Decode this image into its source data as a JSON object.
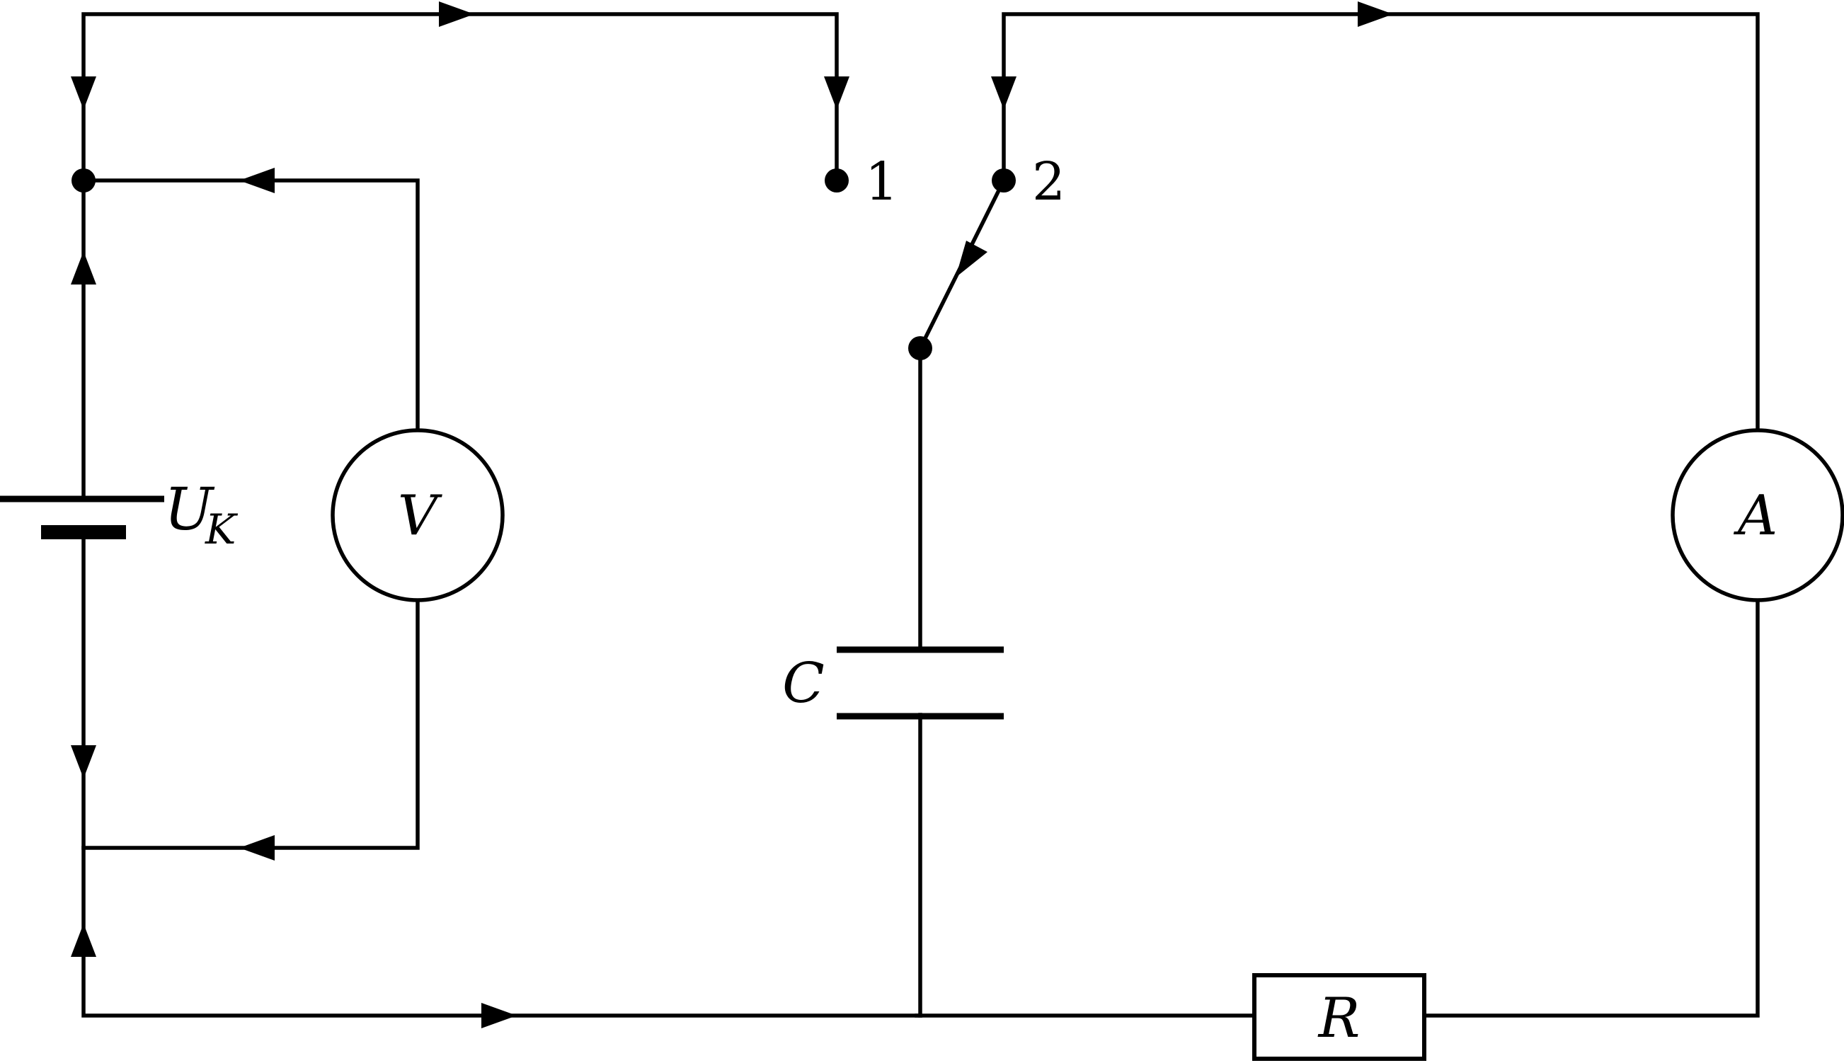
{
  "labels": {
    "battery_main": "U",
    "battery_sub": "K",
    "voltmeter": "V",
    "ammeter": "A",
    "capacitor": "C",
    "resistor": "R",
    "terminal_1": "1",
    "terminal_2": "2"
  }
}
